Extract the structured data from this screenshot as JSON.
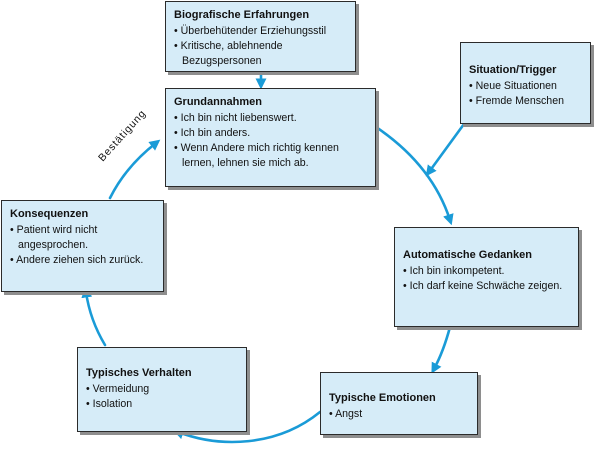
{
  "boxes": {
    "biografisch": {
      "title": "Biografische Erfahrungen",
      "items": [
        "Überbehütender Erziehungsstil",
        "Kritische, ablehnende Bezugspersonen"
      ]
    },
    "situation": {
      "title": "Situation/Trigger",
      "items": [
        "Neue Situationen",
        "Fremde Menschen"
      ]
    },
    "grundannahmen": {
      "title": "Grundannahmen",
      "items": [
        "Ich bin nicht liebenswert.",
        "Ich bin anders.",
        "Wenn Andere  mich richtig kennen lernen, lehnen sie mich ab."
      ]
    },
    "konsequenzen": {
      "title": "Konsequenzen",
      "items": [
        "Patient wird nicht angesprochen.",
        "Andere ziehen sich zurück."
      ]
    },
    "gedanken": {
      "title": "Automatische Gedanken",
      "items": [
        "Ich bin inkompetent.",
        "Ich darf keine Schwäche zeigen."
      ]
    },
    "verhalten": {
      "title": "Typisches Verhalten",
      "items": [
        "Vermeidung",
        "Isolation"
      ]
    },
    "emotionen": {
      "title": "Typische Emotionen",
      "items": [
        "Angst"
      ]
    }
  },
  "labels": {
    "bestaetigung": "Bestätigung"
  },
  "colors": {
    "arrow": "#1a9bd7",
    "box_fill": "#d6ecf8",
    "box_border": "#2b2b2b",
    "shadow": "#8e8e8e"
  }
}
